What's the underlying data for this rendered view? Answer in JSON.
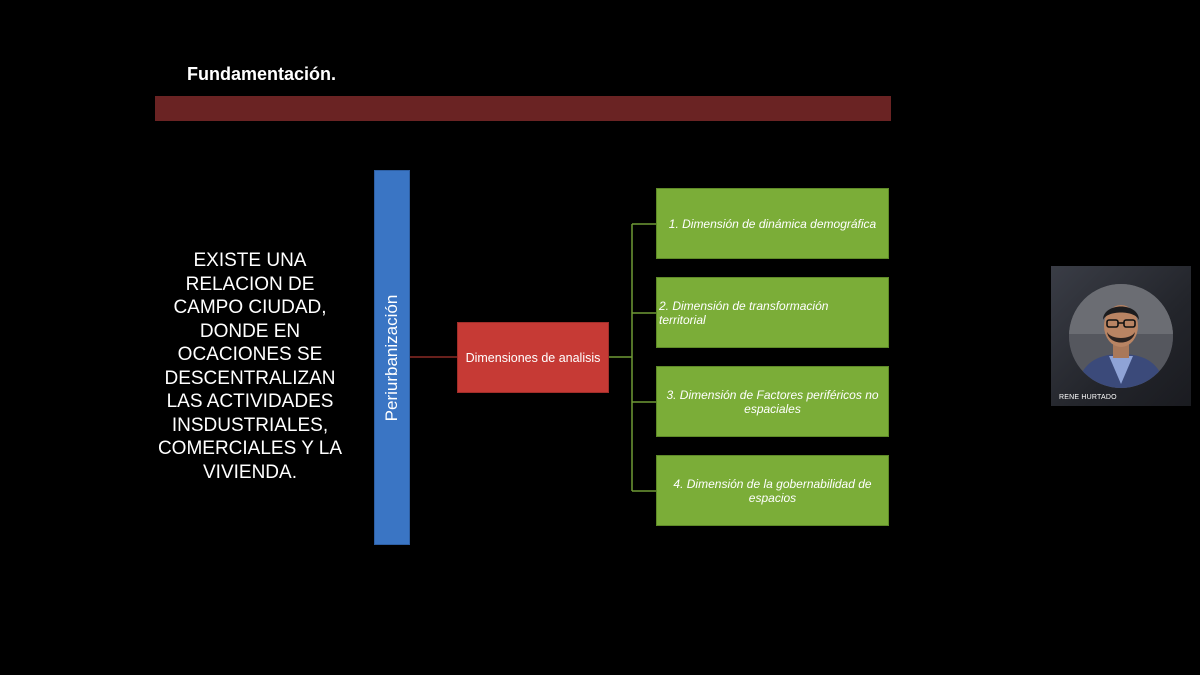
{
  "slide": {
    "title": "Fundamentación.",
    "body_text": "EXISTE UNA\nRELACION DE\nCAMPO CIUDAD,\nDONDE EN\nOCACIONES SE\nDESCENTRALIZAN\nLAS ACTIVIDADES\nINSDUSTRIALES,\nCOMERCIALES Y LA\nVIVIENDA.",
    "root_label": "Periurbanización",
    "mid_label": "Dimensiones de analisis",
    "leaves": [
      {
        "label": "1. Dimensión de dinámica demográfica"
      },
      {
        "label": "2. Dimensión de transformación\nterritorial"
      },
      {
        "label": "3. Dimensión de Factores periféricos no\nespaciales"
      },
      {
        "label": "4. Dimensión de la gobernabilidad de\nespacios"
      }
    ]
  },
  "video": {
    "participant_name": "RENE HURTADO"
  },
  "colors": {
    "background": "#000000",
    "title_bar": "#6a2323",
    "root_bar": "#3a75c4",
    "mid_box": "#c63a35",
    "leaf_box": "#7bad38",
    "connector_red": "#8a2a26",
    "connector_green": "#6f9a35"
  }
}
